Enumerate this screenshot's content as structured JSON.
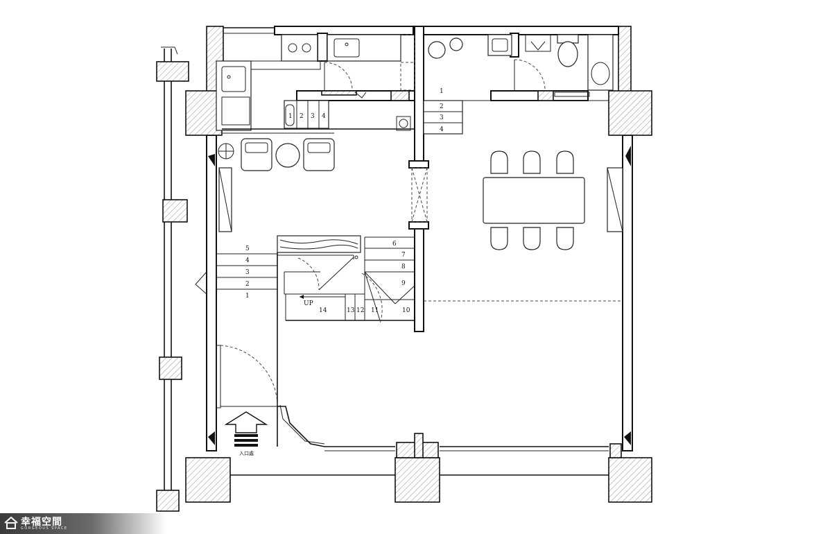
{
  "diagram": {
    "upper_stair_steps": [
      "1",
      "2",
      "3",
      "4"
    ],
    "kitchen_stair_steps": [
      "1",
      "2",
      "3",
      "4"
    ],
    "left_stair_steps": [
      "5",
      "4",
      "3",
      "2",
      "1"
    ],
    "main_stair_right_steps": [
      "6",
      "7",
      "8",
      "9",
      "10"
    ],
    "main_stair_bottom_steps": [
      "11",
      "12",
      "13",
      "14"
    ],
    "up_label": "UP",
    "entrance_label": "入口處"
  },
  "logo": {
    "brand": "幸福空間",
    "sub": "GORGEOUS SPACE"
  }
}
